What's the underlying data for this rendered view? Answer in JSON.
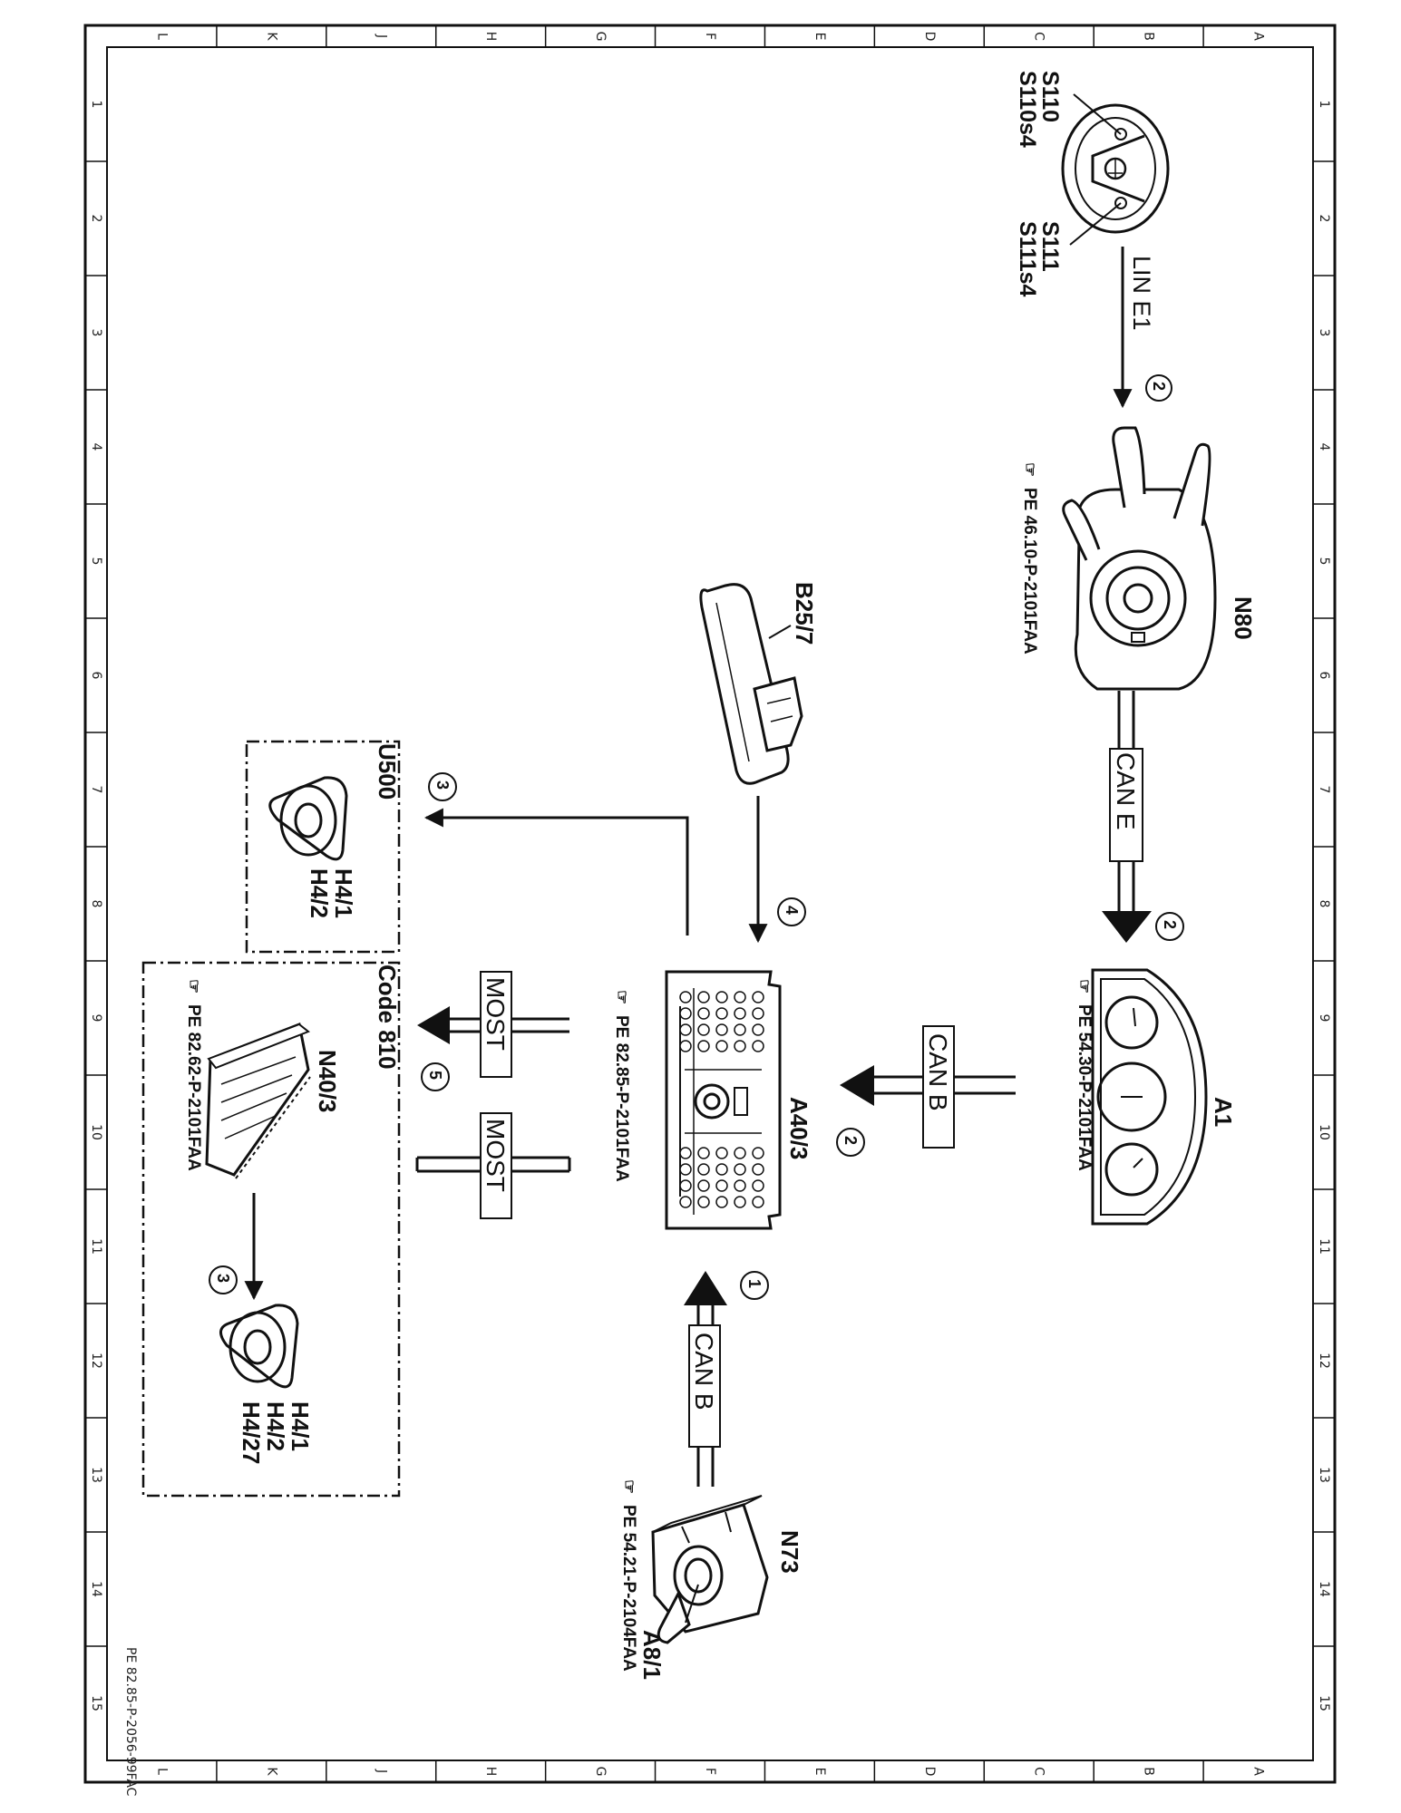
{
  "sheet": {
    "id": "PE 82.85-P-2056-99FAC",
    "column_labels": [
      "L",
      "K",
      "J",
      "H",
      "G",
      "F",
      "E",
      "D",
      "C",
      "B",
      "A"
    ],
    "row_labels": [
      "1",
      "2",
      "3",
      "4",
      "5",
      "6",
      "7",
      "8",
      "9",
      "10",
      "11",
      "12",
      "13",
      "14",
      "15"
    ]
  },
  "components": {
    "steering_wheel": {
      "top_left": "S110",
      "bottom_left": "S110s4",
      "top_right": "S111",
      "bottom_right": "S111s4"
    },
    "n80": {
      "label": "N80",
      "ref": "PE 46.10-P-2101FAA"
    },
    "a1": {
      "label": "A1",
      "ref": "PE 54.30-P-2101FAA"
    },
    "a40_3": {
      "label": "A40/3",
      "ref": "PE 82.85-P-2101FAA"
    },
    "b25_7": {
      "label": "B25/7"
    },
    "n73": {
      "label": "N73",
      "sub": "A8/1",
      "ref": "PE 54.21-P-2104FAA"
    },
    "u500": {
      "label": "U500",
      "speaker_a": "H4/1",
      "speaker_b": "H4/2"
    },
    "code810": {
      "label": "Code 810",
      "n40_3": "N40/3",
      "ref": "PE 82.62-P-2101FAA",
      "speaker_a": "H4/1",
      "speaker_b": "H4/2",
      "speaker_c": "H4/27"
    }
  },
  "buses": {
    "lin_e1": "LIN E1",
    "can_e": "CAN E",
    "can_b_a1": "CAN B",
    "can_b_n73": "CAN B",
    "most_out": "MOST",
    "most_in": "MOST"
  },
  "steps": {
    "lin": "2",
    "can_e": "2",
    "can_b_a1": "2",
    "can_b_n73": "1",
    "u500": "3",
    "b25": "4",
    "most": "5",
    "speaker": "3"
  }
}
